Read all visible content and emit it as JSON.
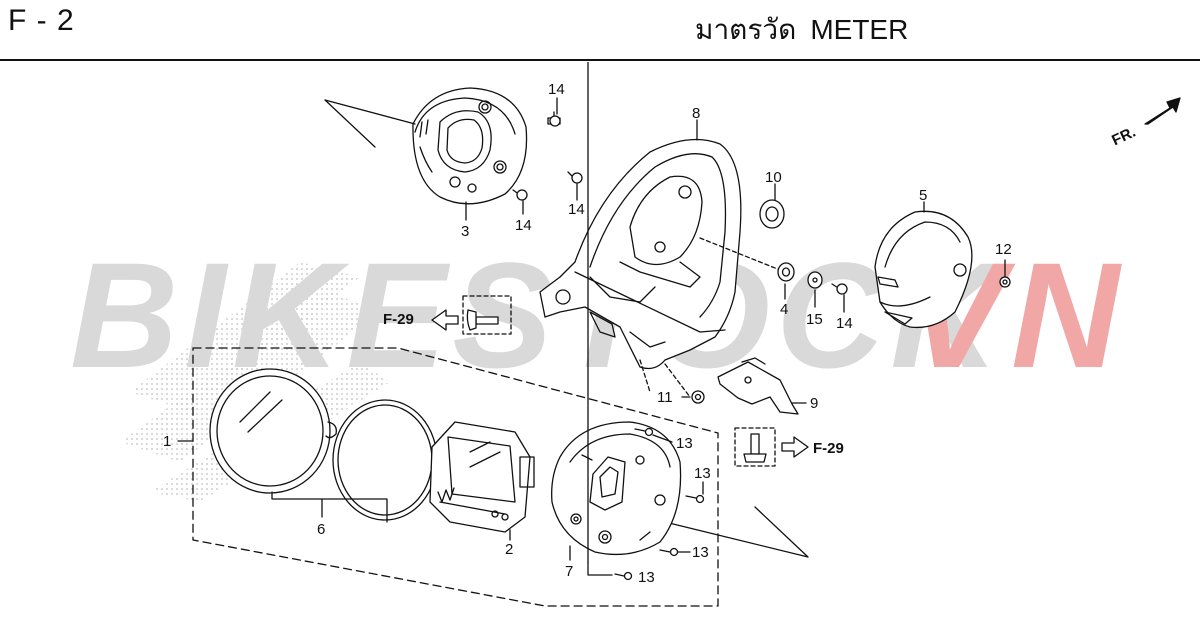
{
  "header": {
    "page_code": "F - 2",
    "title_thai": "มาตรวัด",
    "title_english": "METER"
  },
  "watermark": {
    "text_grey": "BIKESTOCK",
    "text_red": "VN",
    "color_grey": "#d9d9d9",
    "color_red": "#f2a7a7"
  },
  "direction_marker": {
    "label": "FR."
  },
  "references": {
    "left": "F-29",
    "right": "F-29"
  },
  "callouts": {
    "c1": "1",
    "c2": "2",
    "c3": "3",
    "c4": "4",
    "c5": "5",
    "c6": "6",
    "c7": "7",
    "c8": "8",
    "c9": "9",
    "c10": "10",
    "c11": "11",
    "c12": "12",
    "c13a": "13",
    "c13b": "13",
    "c13c": "13",
    "c13d": "13",
    "c14a": "14",
    "c14b": "14",
    "c14c": "14",
    "c14d": "14",
    "c15": "15"
  }
}
